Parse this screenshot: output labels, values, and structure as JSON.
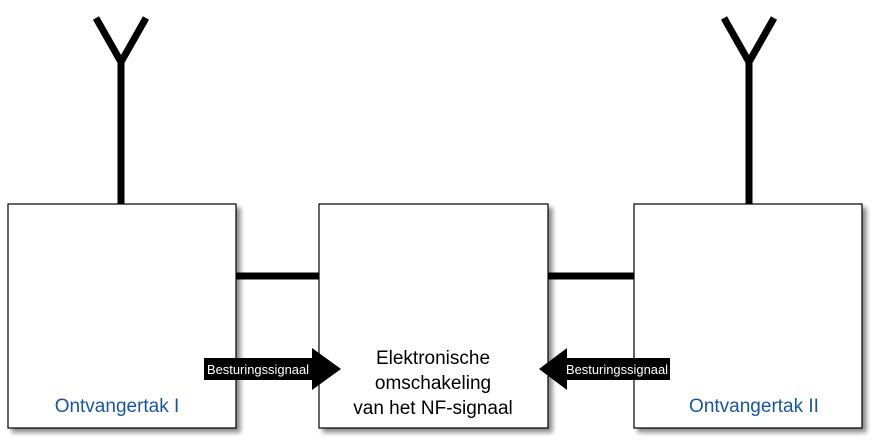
{
  "blocks": {
    "left": {
      "label": "Ontvangertak I"
    },
    "center": {
      "lines": [
        "Elektronische",
        "omschakeling",
        "van het NF-signaal"
      ]
    },
    "right": {
      "label": "Ontvangertak II"
    }
  },
  "control_arrows": {
    "left_label": "Besturingssignaal",
    "right_label": "Besturingssignaal"
  },
  "colors": {
    "block_label": "#1a56a0",
    "line": "#000000",
    "box_fill": "#ffffff",
    "arrow_fill": "#000000",
    "arrow_text": "#ffffff"
  }
}
